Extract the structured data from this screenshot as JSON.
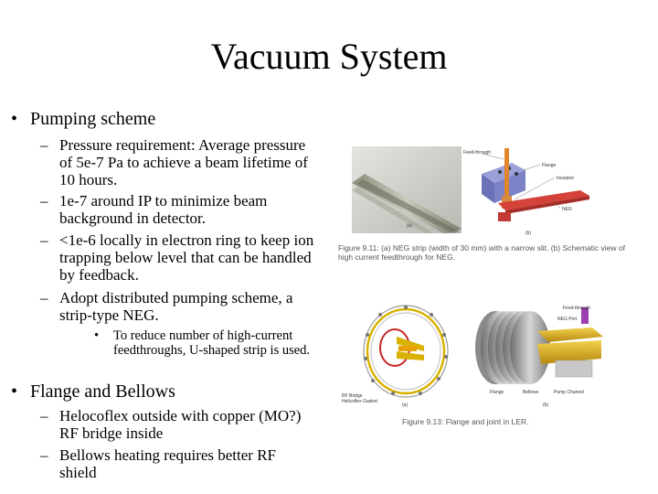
{
  "slide": {
    "title": "Vacuum System",
    "bullets": [
      {
        "text": "Pumping scheme",
        "sub": [
          "Pressure requirement: Average pressure of 5e-7 Pa to achieve a beam lifetime of 10 hours.",
          "1e-7 around IP to minimize beam background in detector.",
          "<1e-6 locally in electron ring to keep ion trapping below level that can be handled by feedback.",
          "Adopt distributed pumping scheme, a strip-type NEG."
        ],
        "subsub": [
          "To reduce number of high-current feedthroughs, U-shaped strip is used."
        ]
      },
      {
        "text": "Flange and Bellows",
        "sub": [
          "Helocoflex outside with copper (MO?) RF bridge inside",
          "Bellows heating requires better RF shield"
        ]
      }
    ],
    "symbols": {
      "bullet": "•",
      "dash": "–"
    }
  },
  "figures": {
    "fig911": {
      "caption_line1": "Figure 9.11: (a) NEG strip (width of 30 mm) with a narrow slit. (b) Schematic view of",
      "caption_line2": "high current feedthrough for NEG.",
      "panel_a": "(a)",
      "panel_b": "(b)",
      "labels": [
        "Feed-through",
        "Flange",
        "Insulator",
        "NEG"
      ]
    },
    "fig913": {
      "caption": "Figure 9.13: Flange and joint in LER.",
      "panel_a": "(a)",
      "panel_b": "(b)",
      "labels_a": [
        "RF Bridge",
        "Helicoflex Gasket"
      ],
      "labels_b": [
        "Feed-through",
        "NEG Port",
        "Flange",
        "Bellows",
        "Pump Channel"
      ]
    }
  }
}
